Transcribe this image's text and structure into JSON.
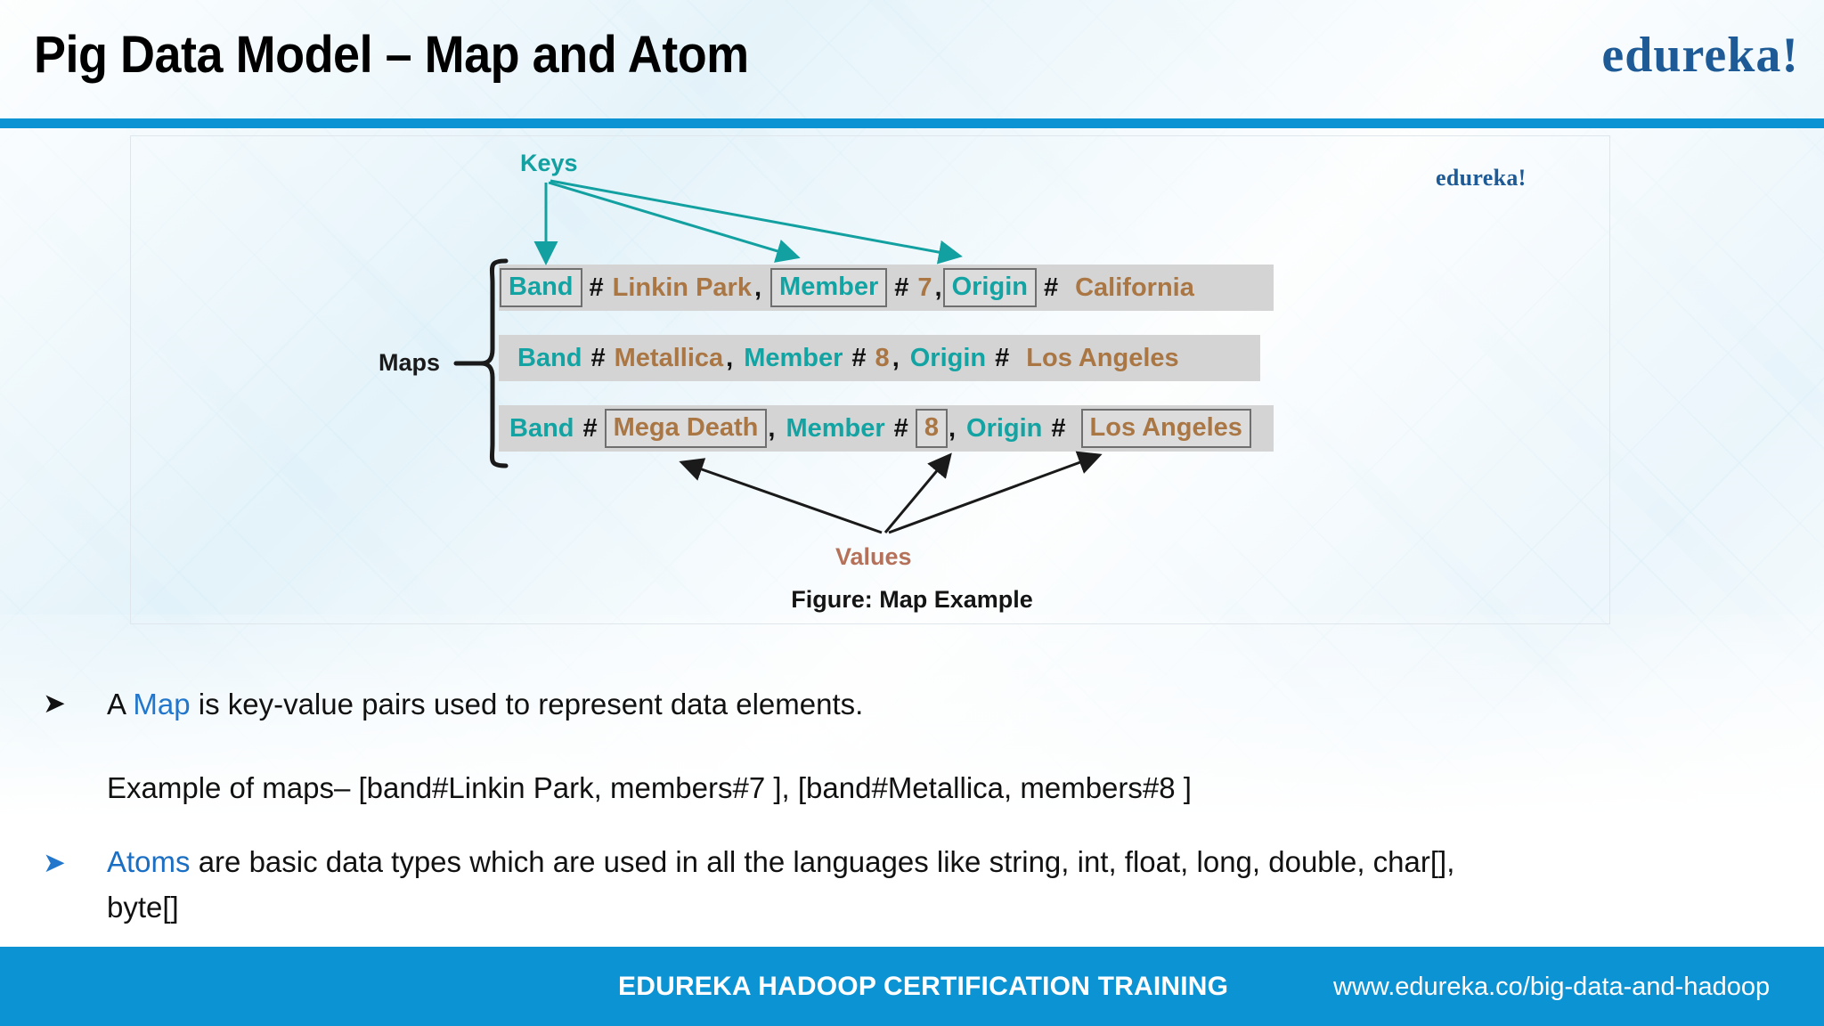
{
  "header": {
    "title": "Pig Data Model – Map and Atom",
    "brand": "edureka!"
  },
  "figure": {
    "watermark": "edureka!",
    "keys_label": "Keys",
    "values_label": "Values",
    "maps_label": "Maps",
    "caption": "Figure: Map Example",
    "rows": [
      {
        "key1": "Band",
        "val1": "Linkin Park",
        "key2": "Member",
        "val2": "7",
        "key3": "Origin",
        "val3": "California",
        "boxed": "keys"
      },
      {
        "key1": "Band",
        "val1": "Metallica",
        "key2": "Member",
        "val2": "8",
        "key3": "Origin",
        "val3": "Los Angeles",
        "boxed": "none"
      },
      {
        "key1": "Band",
        "val1": "Mega Death",
        "key2": "Member",
        "val2": "8",
        "key3": "Origin",
        "val3": "Los Angeles",
        "boxed": "values"
      }
    ],
    "hash": "#",
    "comma": ","
  },
  "bullets": {
    "b1_pre": "A ",
    "b1_hl": "Map",
    "b1_post": " is key-value pairs used to represent data elements.",
    "b2": "Example of maps– [band#Linkin Park, members#7 ], [band#Metallica, members#8 ]",
    "b3_hl": "Atoms",
    "b3_post": " are basic data types which are used in all the languages like string, int, float, long, double, char[],",
    "b3_line2": "byte[]"
  },
  "footer": {
    "title": "EDUREKA HADOOP CERTIFICATION TRAINING",
    "url": "www.edureka.co/big-data-and-hadoop"
  },
  "colors": {
    "accent_blue": "#0c93d4",
    "brand_blue": "#1d5a96",
    "key_teal": "#13a3a3",
    "value_brown": "#a97644",
    "link_blue": "#2277cc"
  }
}
